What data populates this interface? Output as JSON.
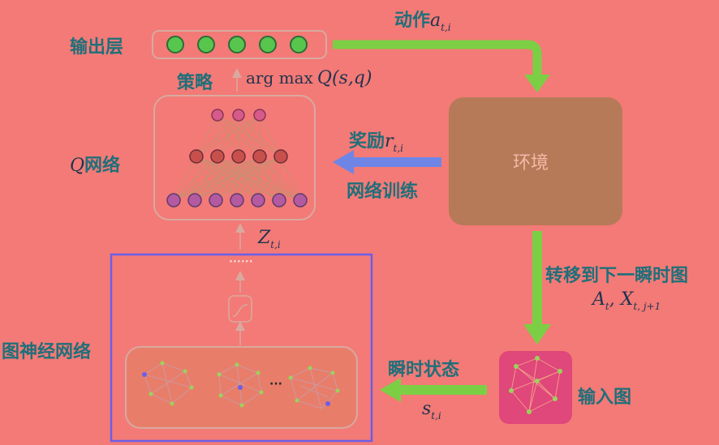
{
  "labels": {
    "output_layer": "输出层",
    "action": "动作",
    "action_symbol": "a",
    "action_sub": "t,i",
    "policy": "策略",
    "argmax": "arg max",
    "q_expr": "Q(s,q)",
    "q_net_symbol": "Q",
    "q_net": "网络",
    "reward": "奖励",
    "reward_symbol": "r",
    "reward_sub": "t,i",
    "net_training": "网络训练",
    "environment": "环境",
    "z_symbol": "Z",
    "z_sub": "t,i",
    "transition": "转移到下一瞬时图",
    "a_t_symbol": "A",
    "a_t_sub": "t",
    "x_symbol": "X",
    "x_sub": "t, j+1",
    "gnn": "图神经网络",
    "input_graph": "输入图",
    "instant_state": "瞬时状态",
    "s_symbol": "s",
    "s_sub": "t,i",
    "ellipsis_top": "······",
    "ellipsis_graphs": "···"
  },
  "colors": {
    "background": "#f37a76",
    "arrow_green": "#7ccf45",
    "arrow_blue": "#6f85e6",
    "environment_box": "#b77a58",
    "input_graph_box": "#e0477a",
    "gnn_border": "#6a5ee8",
    "label_teal": "#1f6f7a"
  }
}
